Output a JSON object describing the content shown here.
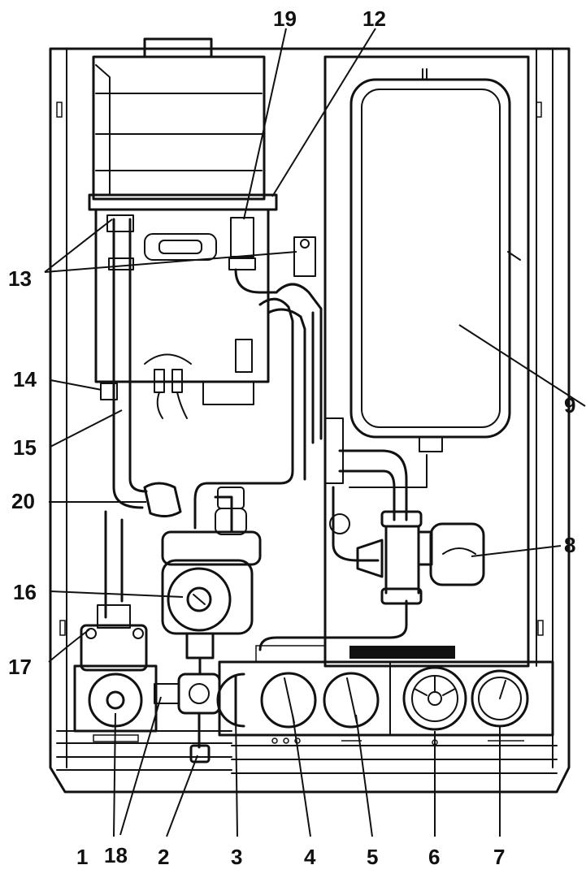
{
  "callouts": {
    "c1": "1",
    "c2": "2",
    "c3": "3",
    "c4": "4",
    "c5": "5",
    "c6": "6",
    "c7": "7",
    "c8": "8",
    "c9": "9",
    "c12": "12",
    "c13": "13",
    "c14": "14",
    "c15": "15",
    "c16": "16",
    "c17": "17",
    "c18": "18",
    "c19": "19",
    "c20": "20"
  },
  "colors": {
    "ink": "#111111",
    "paper": "#ffffff"
  }
}
